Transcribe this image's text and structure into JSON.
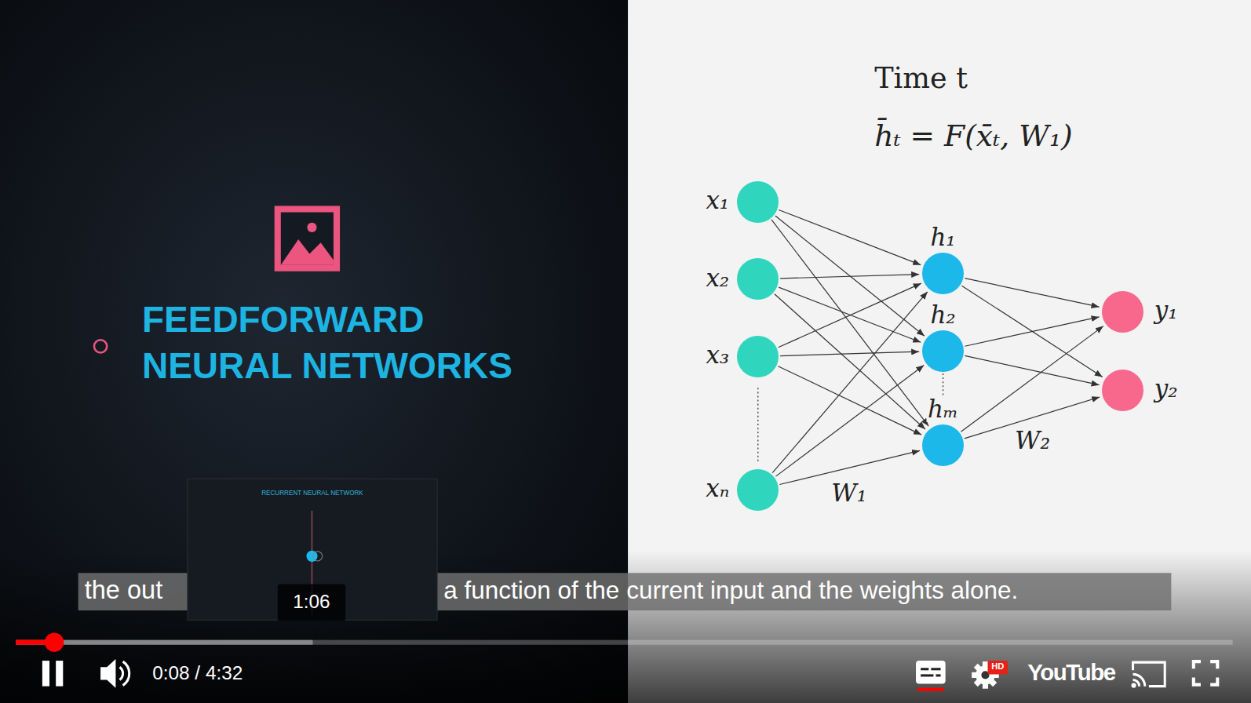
{
  "diagram": {
    "title": "FEEDFORWARD NEURAL NETWORKS",
    "nodes": [
      {
        "text": [
          "x₁"
        ]
      },
      {
        "text": [
          "x₂"
        ]
      },
      {
        "text": [
          "x₃"
        ]
      },
      {
        "text": [
          "xₙ"
        ]
      },
      {
        "text": [
          "h₁"
        ]
      },
      {
        "text": [
          "h₂"
        ]
      },
      {
        "text": [
          "hₘ"
        ]
      },
      {
        "text": [
          "y₁"
        ]
      },
      {
        "text": [
          "y₂"
        ]
      }
    ],
    "edges": [
      {
        "from": 0,
        "to": 4,
        "arrow": "to"
      },
      {
        "from": 0,
        "to": 5,
        "arrow": "to"
      },
      {
        "from": 0,
        "to": 6,
        "arrow": "to"
      },
      {
        "from": 1,
        "to": 4,
        "arrow": "to"
      },
      {
        "from": 1,
        "to": 5,
        "arrow": "to"
      },
      {
        "from": 1,
        "to": 6,
        "arrow": "to"
      },
      {
        "from": 2,
        "to": 4,
        "arrow": "to"
      },
      {
        "from": 2,
        "to": 5,
        "arrow": "to"
      },
      {
        "from": 2,
        "to": 6,
        "arrow": "to"
      },
      {
        "from": 3,
        "to": 4,
        "arrow": "to"
      },
      {
        "from": 3,
        "to": 5,
        "arrow": "to"
      },
      {
        "from": 3,
        "to": 6,
        "arrow": "to"
      },
      {
        "from": 4,
        "to": 7,
        "arrow": "to"
      },
      {
        "from": 4,
        "to": 8,
        "arrow": "to"
      },
      {
        "from": 5,
        "to": 7,
        "arrow": "to"
      },
      {
        "from": 5,
        "to": 8,
        "arrow": "to"
      },
      {
        "from": 6,
        "to": 7,
        "arrow": "to"
      },
      {
        "from": 6,
        "to": 8,
        "arrow": "to"
      }
    ],
    "labels": [
      "Time t",
      "h̄ₜ = F(x̄ₜ, W₁)",
      "W₁",
      "W₂",
      "the out",
      "a function of the current input and the weights alone.",
      "RECURRENT NEURAL NETWORK",
      "1:06",
      "0:08 / 4:32",
      "HD",
      "YouTube"
    ]
  }
}
